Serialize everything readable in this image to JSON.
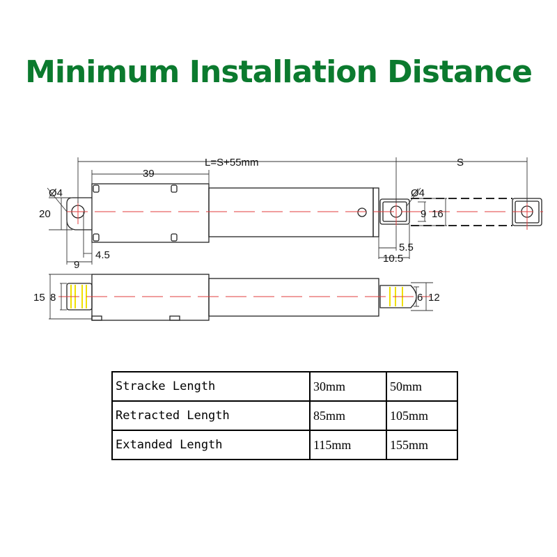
{
  "title": "Minimum Installation Distance",
  "diagram": {
    "dim_L": "L=S+55mm",
    "dim_S": "S",
    "dim_39": "39",
    "dim_dia4_left": "Ø4",
    "dim_20": "20",
    "dim_4_5": "4.5",
    "dim_9_bottom": "9",
    "dim_dia4_right": "Ø4",
    "dim_9_right": "9",
    "dim_16": "16",
    "dim_5_5": "5.5",
    "dim_10_5": "10.5",
    "dim_15": "15",
    "dim_8": "8",
    "dim_6": "6",
    "dim_12": "12"
  },
  "table": {
    "rows": [
      {
        "label": "Stracke Length",
        "v1": "30mm",
        "v2": "50mm"
      },
      {
        "label": "Retracted Length",
        "v1": "85mm",
        "v2": "105mm"
      },
      {
        "label": "Extanded Length",
        "v1": "115mm",
        "v2": "155mm"
      }
    ]
  },
  "colors": {
    "title": "#0b7a2e",
    "centerline": "#e23c3c",
    "yellow": "#f0e000"
  }
}
